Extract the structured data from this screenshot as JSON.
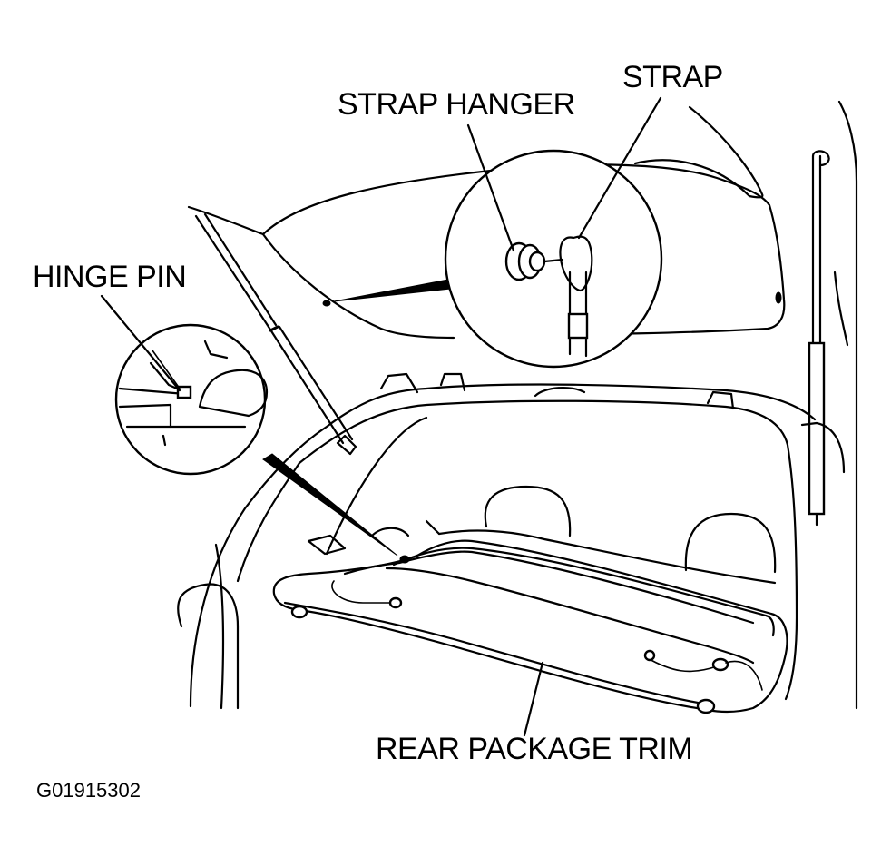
{
  "labels": {
    "strap_hanger": "STRAP HANGER",
    "strap": "STRAP",
    "hinge_pin": "HINGE PIN",
    "rear_package_trim": "REAR PACKAGE TRIM",
    "figure_code": "G01915302"
  },
  "colors": {
    "line": "#000000",
    "background": "#ffffff"
  }
}
